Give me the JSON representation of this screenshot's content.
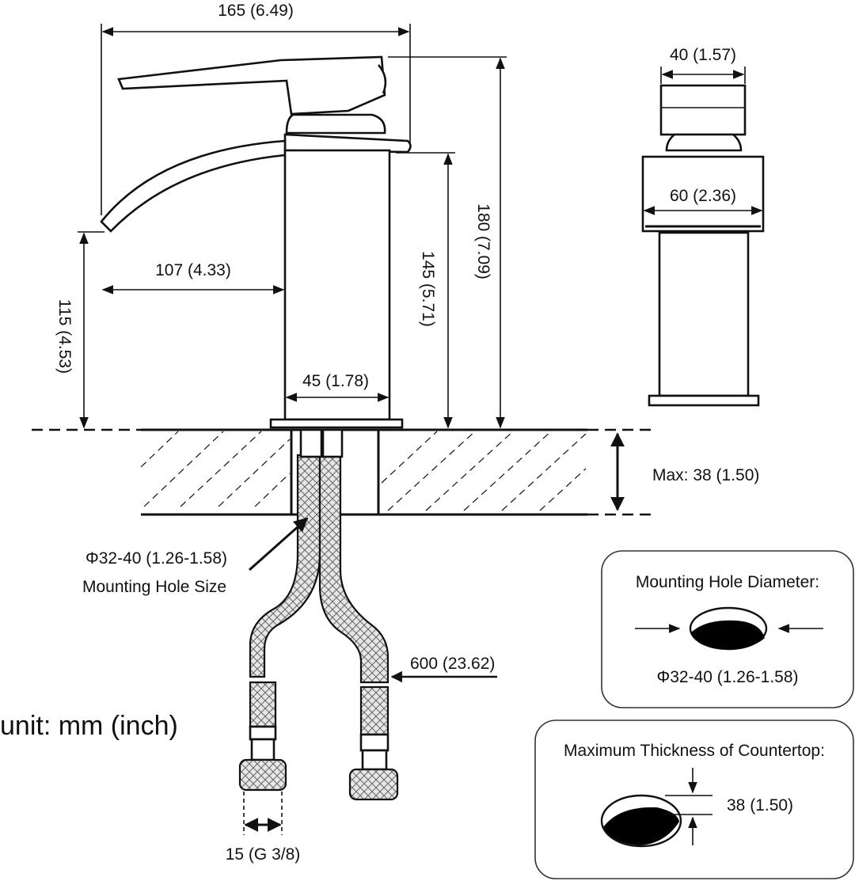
{
  "dimensions": {
    "total_width": "165 (6.49)",
    "total_height": "180 (7.09)",
    "spout_height": "115 (4.53)",
    "spout_reach": "107 (4.33)",
    "body_height": "145 (5.71)",
    "base_width": "45 (1.78)",
    "handle_width": "40 (1.57)",
    "deck_width": "60 (2.36)",
    "max_thickness": "Max: 38 (1.50)",
    "hose_length": "600 (23.62)",
    "connector": "15 (G 3/8)"
  },
  "mounting_hole": {
    "size_value": "Φ32-40 (1.26-1.58)",
    "size_label": "Mounting Hole Size"
  },
  "unit_label": "unit: mm (inch)",
  "box_hole": {
    "title": "Mounting Hole Diameter:",
    "value": "Φ32-40 (1.26-1.58)"
  },
  "box_thickness": {
    "title": "Maximum Thickness of Countertop:",
    "value": "38 (1.50)"
  }
}
